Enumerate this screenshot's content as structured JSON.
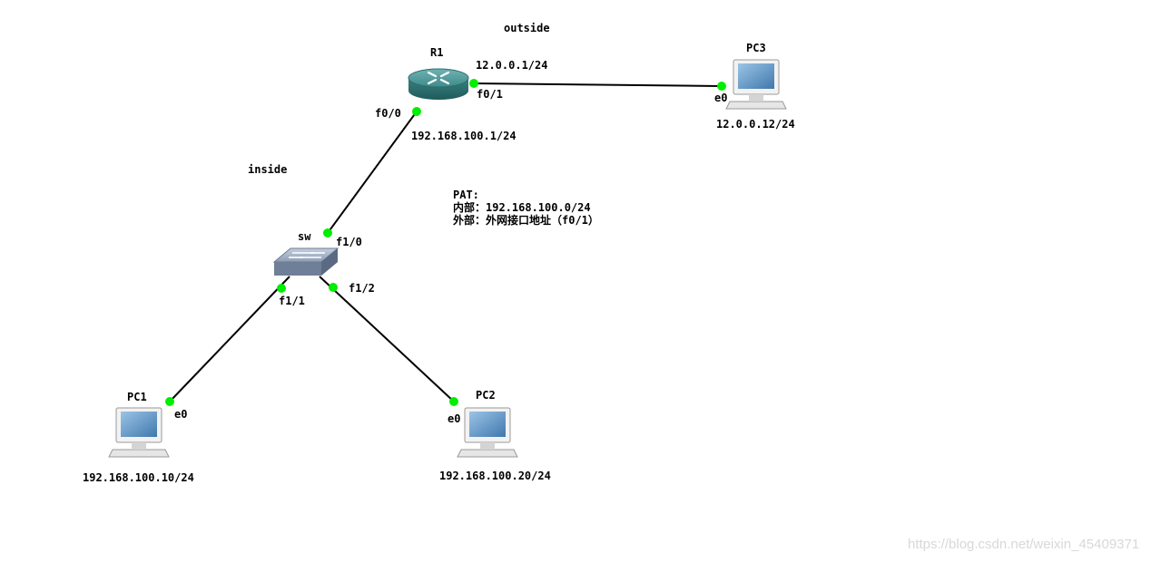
{
  "topology": {
    "zones": {
      "outside": "outside",
      "inside": "inside"
    },
    "devices": {
      "r1": {
        "name": "R1"
      },
      "sw": {
        "name": "sw"
      },
      "pc1": {
        "name": "PC1",
        "ip": "192.168.100.10/24"
      },
      "pc2": {
        "name": "PC2",
        "ip": "192.168.100.20/24"
      },
      "pc3": {
        "name": "PC3",
        "ip": "12.0.0.12/24"
      }
    },
    "interfaces": {
      "r1_f0_0": "f0/0",
      "r1_f0_1": "f0/1",
      "sw_f1_0": "f1/0",
      "sw_f1_1": "f1/1",
      "sw_f1_2": "f1/2",
      "pc1_e0": "e0",
      "pc2_e0": "e0",
      "pc3_e0": "e0"
    },
    "addresses": {
      "r1_f0_1": "12.0.0.1/24",
      "r1_f0_0": "192.168.100.1/24"
    },
    "note": {
      "line1": "PAT:",
      "line2": "内部：192.168.100.0/24",
      "line3": "外部：外网接口地址（f0/1）"
    }
  },
  "colors": {
    "link": "#000000",
    "port_up": "#00ee00",
    "router_body": "#3f8a8a",
    "switch_body": "#8899b0",
    "pc_screen": "#5a90c0"
  },
  "watermark": "https://blog.csdn.net/weixin_45409371"
}
